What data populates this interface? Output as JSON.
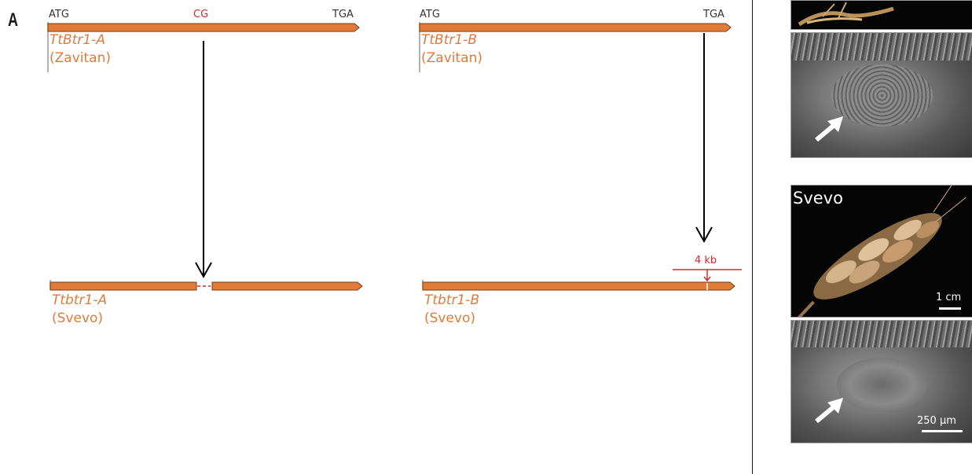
{
  "panel_label": "A",
  "gene_a_zavitan": {
    "start_codon": "ATG",
    "mutation_site": "CG",
    "stop_codon": "TGA",
    "gene": "TtBtr1-A",
    "strain": "(Zavitan)"
  },
  "gene_b_zavitan": {
    "start_codon": "ATG",
    "stop_codon": "TGA",
    "gene": "TtBtr1-B",
    "strain": "(Zavitan)"
  },
  "gene_a_svevo": {
    "gene": "Ttbtr1-A",
    "strain": "(Svevo)"
  },
  "gene_b_svevo": {
    "insertion_size": "4 kb",
    "gene": "Ttbtr1-B",
    "strain": "(Svevo)"
  },
  "photos": {
    "svevo_label": "Svevo",
    "spike_scale": "1 cm",
    "sem_scale": "250 µm"
  },
  "colors": {
    "gene_bar": "#e07b39",
    "gene_outline": "#7a3a10",
    "highlight": "#d22b2b",
    "arrow": "#000000"
  },
  "icons": {
    "mutation_arrow": "arrow-down-icon",
    "sem_pointer": "white-arrow-icon"
  }
}
